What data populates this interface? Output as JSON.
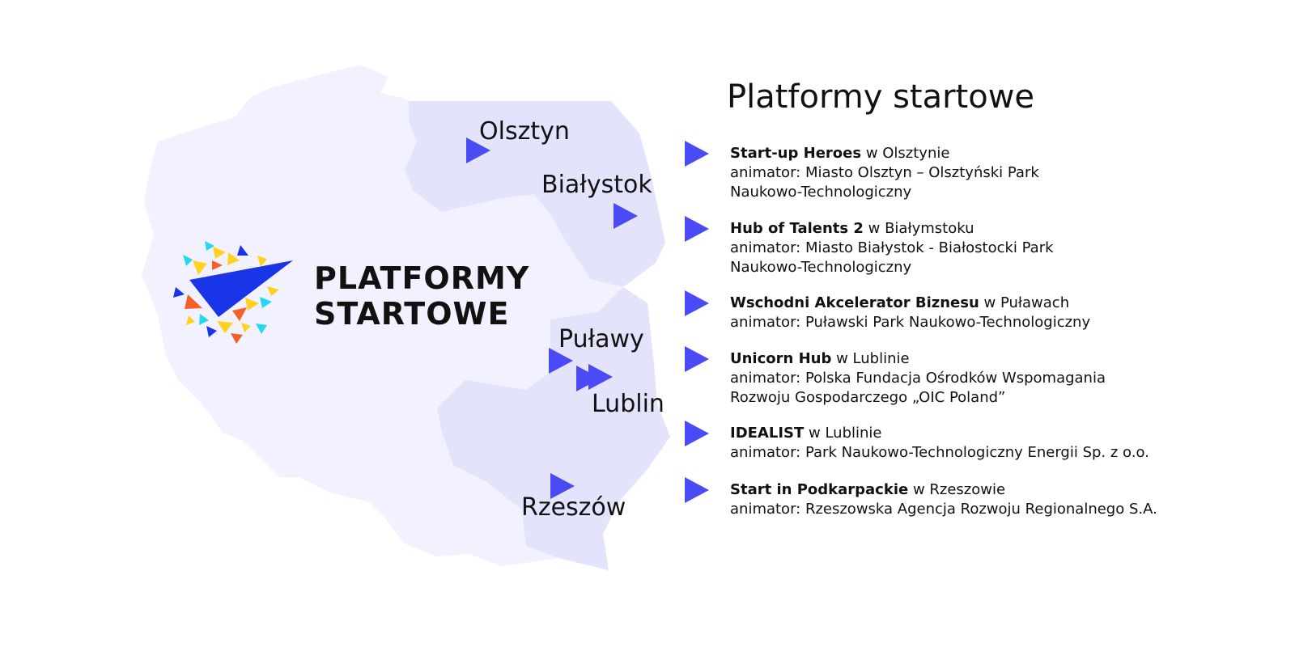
{
  "colors": {
    "background": "#ffffff",
    "map_light": "#f1f1ff",
    "map_highlight": "#e3e3fc",
    "accent_blue": "#4b4bf5",
    "logo_blue": "#1a34e8",
    "logo_yellow": "#ffd21f",
    "logo_orange": "#f4602a",
    "logo_cyan": "#26d7f2",
    "text": "#111111"
  },
  "map": {
    "cities": [
      {
        "name": "Olsztyn"
      },
      {
        "name": "Białystok"
      },
      {
        "name": "Puławy"
      },
      {
        "name": "Lublin"
      },
      {
        "name": "Rzeszów"
      }
    ],
    "marker_icon": "play-triangle-icon"
  },
  "logo": {
    "line1": "PLATFORMY",
    "line2": "STARTOWE",
    "icon": "paper-plane-confetti-icon"
  },
  "heading": "Platformy startowe",
  "entries": [
    {
      "name": "Start-up Heroes",
      "location": "w Olsztynie",
      "animator_lines": [
        "animator:  Miasto Olsztyn – Olsztyński Park",
        "Naukowo-Technologiczny"
      ]
    },
    {
      "name": "Hub of Talents 2",
      "location": "w Białymstoku",
      "animator_lines": [
        "animator: Miasto Białystok - Białostocki Park",
        "Naukowo-Technologiczny"
      ]
    },
    {
      "name": "Wschodni Akcelerator Biznesu",
      "location": "w Puławach",
      "animator_lines": [
        "animator: Puławski Park Naukowo-Technologiczny"
      ]
    },
    {
      "name": "Unicorn Hub",
      "location": "w Lublinie",
      "animator_lines": [
        "animator: Polska Fundacja Ośrodków Wspomagania",
        "Rozwoju Gospodarczego „OIC Poland”"
      ]
    },
    {
      "name": "IDEALIST",
      "location": "w Lublinie",
      "animator_lines": [
        "animator: Park Naukowo-Technologiczny Energii Sp. z o.o."
      ]
    },
    {
      "name": "Start in Podkarpackie",
      "location": "w Rzeszowie",
      "animator_lines": [
        "animator: Rzeszowska Agencja Rozwoju Regionalnego S.A."
      ]
    }
  ]
}
